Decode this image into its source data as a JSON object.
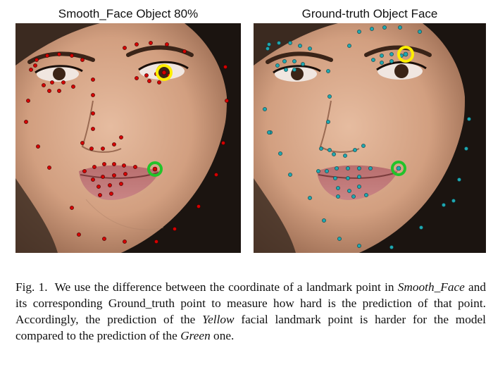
{
  "figure": {
    "left_title": "Smooth_Face Object 80%",
    "right_title": "Ground-truth Object Face",
    "colors": {
      "predicted_point": "#d40000",
      "ground_truth_point": "#1fa7b0",
      "hard_point_ring": "#ffee00",
      "easy_point_ring": "#22c32a",
      "hair": "#1b1410",
      "skin": "#d9a989"
    }
  },
  "caption": {
    "label": "Fig. 1.",
    "t1": "We use the difference between the coordinate of a landmark point in ",
    "em1": "Smooth_Face",
    "t2": " and its corresponding Ground_truth point to measure how hard is the prediction of that point. Accordingly, the prediction of the ",
    "em2": "Yellow",
    "t3": " facial landmark point is harder for the model compared to the prediction of the ",
    "em3": "Green",
    "t4": " one."
  }
}
